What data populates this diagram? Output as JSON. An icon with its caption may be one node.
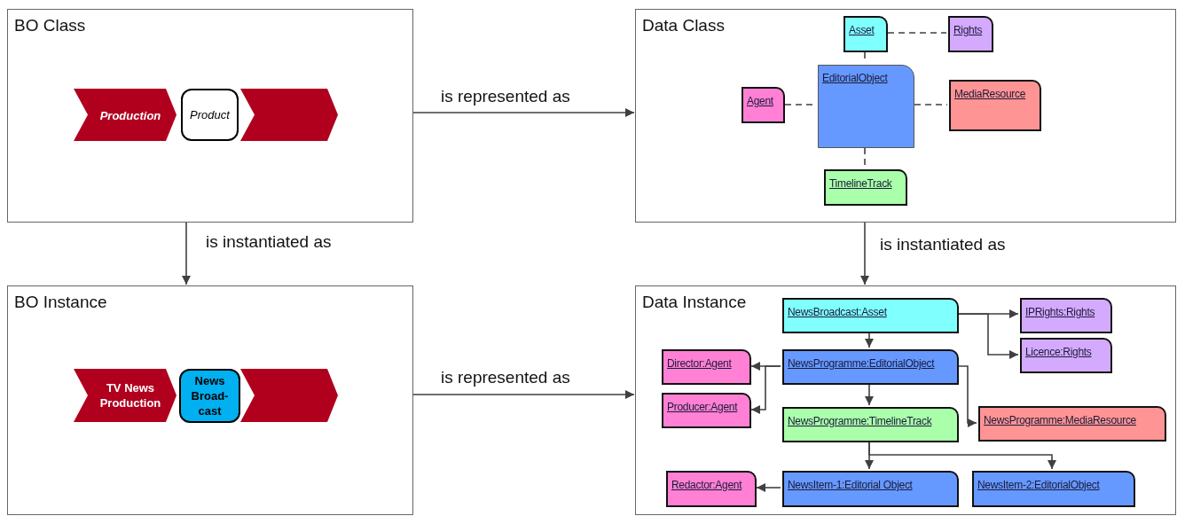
{
  "diagram": {
    "nodes": [
      {
        "text": [
          "BO Class"
        ]
      },
      {
        "text": [
          "Production"
        ],
        "in": 0
      },
      {
        "text": [
          "Product"
        ],
        "in": 0
      },
      {
        "text": [],
        "shape": "chevron",
        "in": 0
      },
      {
        "text": [
          "Data Class"
        ]
      },
      {
        "text": [
          "Asset"
        ],
        "in": 4
      },
      {
        "text": [
          "Rights"
        ],
        "in": 4
      },
      {
        "text": [
          "Agent"
        ],
        "in": 4
      },
      {
        "text": [
          "EditorialObject"
        ],
        "in": 4
      },
      {
        "text": [
          "MediaResource"
        ],
        "in": 4
      },
      {
        "text": [
          "TimelineTrack"
        ],
        "in": 4
      },
      {
        "text": [
          "BO Instance"
        ]
      },
      {
        "text": [
          "TV News Production"
        ],
        "in": 11
      },
      {
        "text": [
          "News Broad-cast"
        ],
        "in": 11
      },
      {
        "text": [],
        "shape": "chevron",
        "in": 11
      },
      {
        "text": [
          "Data Instance"
        ]
      },
      {
        "text": [
          "NewsBroadcast:Asset"
        ],
        "in": 15
      },
      {
        "text": [
          "IPRights:Rights"
        ],
        "in": 15
      },
      {
        "text": [
          "Licence:Rights"
        ],
        "in": 15
      },
      {
        "text": [
          "Director:Agent"
        ],
        "in": 15
      },
      {
        "text": [
          "NewsProgramme:EditorialObject"
        ],
        "in": 15
      },
      {
        "text": [
          "Producer:Agent"
        ],
        "in": 15
      },
      {
        "text": [
          "NewsProgramme:TimelineTrack"
        ],
        "in": 15
      },
      {
        "text": [
          "NewsProgramme:MediaResource"
        ],
        "in": 15
      },
      {
        "text": [
          "Redactor:Agent"
        ],
        "in": 15
      },
      {
        "text": [
          "NewsItem-1:Editorial Object"
        ],
        "in": 15
      },
      {
        "text": [
          "NewsItem-2:EditorialObject"
        ],
        "in": 15
      }
    ],
    "edges": [
      {
        "from": 0,
        "to": 4,
        "arrow": "to",
        "label": "is represented as"
      },
      {
        "from": 0,
        "to": 11,
        "arrow": "to",
        "label": "is instantiated as"
      },
      {
        "from": 4,
        "to": 15,
        "arrow": "to",
        "label": "is instantiated as"
      },
      {
        "from": 11,
        "to": 15,
        "arrow": "to",
        "label": "is represented as"
      },
      {
        "from": 5,
        "to": 6,
        "arrow": "none",
        "style": "dashed"
      },
      {
        "from": 5,
        "to": 8,
        "arrow": "none",
        "style": "dashed"
      },
      {
        "from": 7,
        "to": 8,
        "arrow": "none",
        "style": "dashed"
      },
      {
        "from": 8,
        "to": 9,
        "arrow": "none",
        "style": "dashed"
      },
      {
        "from": 8,
        "to": 10,
        "arrow": "none",
        "style": "dashed"
      },
      {
        "from": 16,
        "to": 17,
        "arrow": "to"
      },
      {
        "from": 16,
        "to": 18,
        "arrow": "to"
      },
      {
        "from": 16,
        "to": 20,
        "arrow": "to"
      },
      {
        "from": 20,
        "to": 19,
        "arrow": "to"
      },
      {
        "from": 20,
        "to": 21,
        "arrow": "to"
      },
      {
        "from": 20,
        "to": 22,
        "arrow": "to"
      },
      {
        "from": 20,
        "to": 23,
        "arrow": "to"
      },
      {
        "from": 22,
        "to": 25,
        "arrow": "to"
      },
      {
        "from": 22,
        "to": 26,
        "arrow": "to"
      },
      {
        "from": 25,
        "to": 24,
        "arrow": "to"
      }
    ]
  }
}
